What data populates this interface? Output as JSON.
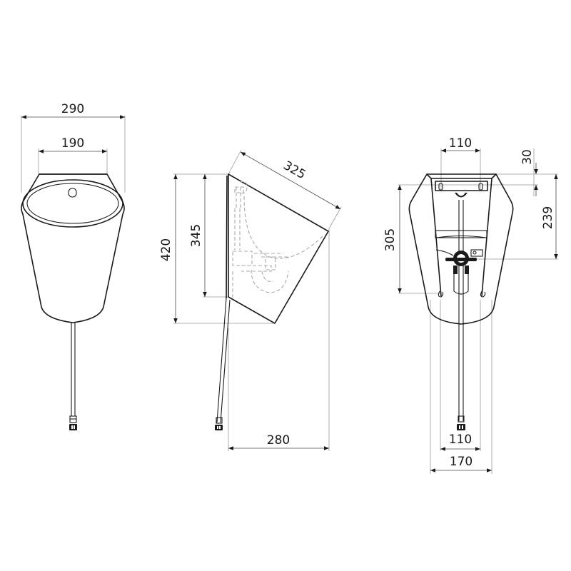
{
  "drawing": {
    "subject": "Wall-hung urinal technical drawing",
    "units": "mm",
    "views": [
      {
        "id": "front",
        "label": "Front view",
        "dimensions": {
          "overall_width": "290",
          "top_width": "190"
        }
      },
      {
        "id": "side",
        "label": "Side view",
        "dimensions": {
          "slant_depth": "325",
          "overall_height": "420",
          "wall_height": "345",
          "projection": "280"
        }
      },
      {
        "id": "rear",
        "label": "Rear view",
        "dimensions": {
          "top_fixing_spacing": "110",
          "top_offset": "30",
          "height_to_outlet": "305",
          "fixing_to_outlet": "239",
          "bottom_fixing_spacing": "110",
          "bottom_width": "170"
        }
      }
    ]
  }
}
